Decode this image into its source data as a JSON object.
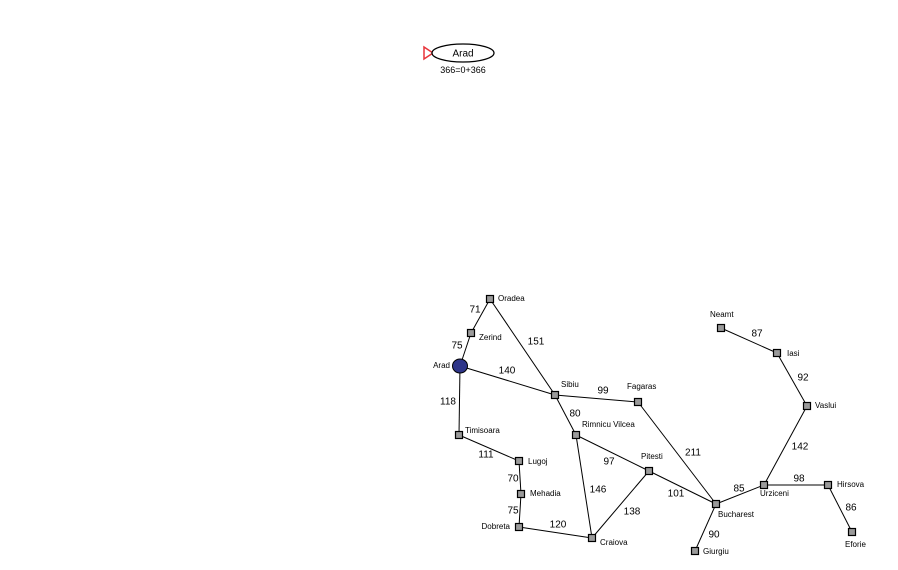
{
  "search_tree": {
    "root": {
      "label": "Arad",
      "score": "366=0+366"
    },
    "marker_color": "#e8343a"
  },
  "graph": {
    "current_city": "Arad",
    "current_color": "#2e3589",
    "cities": [
      {
        "id": "Oradea",
        "label": "Oradea"
      },
      {
        "id": "Zerind",
        "label": "Zerind"
      },
      {
        "id": "Arad",
        "label": "Arad"
      },
      {
        "id": "Timisoara",
        "label": "Timisoara"
      },
      {
        "id": "Lugoj",
        "label": "Lugoj"
      },
      {
        "id": "Mehadia",
        "label": "Mehadia"
      },
      {
        "id": "Dobreta",
        "label": "Dobreta"
      },
      {
        "id": "Craiova",
        "label": "Craiova"
      },
      {
        "id": "Sibiu",
        "label": "Sibiu"
      },
      {
        "id": "Rimnicu",
        "label": "Rimnicu Vilcea"
      },
      {
        "id": "Fagaras",
        "label": "Fagaras"
      },
      {
        "id": "Pitesti",
        "label": "Pitesti"
      },
      {
        "id": "Bucharest",
        "label": "Bucharest"
      },
      {
        "id": "Giurgiu",
        "label": "Giurgiu"
      },
      {
        "id": "Urziceni",
        "label": "Urziceni"
      },
      {
        "id": "Hirsova",
        "label": "Hirsova"
      },
      {
        "id": "Eforie",
        "label": "Eforie"
      },
      {
        "id": "Vaslui",
        "label": "Vaslui"
      },
      {
        "id": "Iasi",
        "label": "Iasi"
      },
      {
        "id": "Neamt",
        "label": "Neamt"
      }
    ],
    "roads": [
      {
        "from": "Oradea",
        "to": "Zerind",
        "distance": "71"
      },
      {
        "from": "Zerind",
        "to": "Arad",
        "distance": "75"
      },
      {
        "from": "Oradea",
        "to": "Sibiu",
        "distance": "151"
      },
      {
        "from": "Arad",
        "to": "Sibiu",
        "distance": "140"
      },
      {
        "from": "Arad",
        "to": "Timisoara",
        "distance": "118"
      },
      {
        "from": "Timisoara",
        "to": "Lugoj",
        "distance": "111"
      },
      {
        "from": "Lugoj",
        "to": "Mehadia",
        "distance": "70"
      },
      {
        "from": "Mehadia",
        "to": "Dobreta",
        "distance": "75"
      },
      {
        "from": "Dobreta",
        "to": "Craiova",
        "distance": "120"
      },
      {
        "from": "Sibiu",
        "to": "Fagaras",
        "distance": "99"
      },
      {
        "from": "Sibiu",
        "to": "Rimnicu",
        "distance": "80"
      },
      {
        "from": "Rimnicu",
        "to": "Pitesti",
        "distance": "97"
      },
      {
        "from": "Rimnicu",
        "to": "Craiova",
        "distance": "146"
      },
      {
        "from": "Craiova",
        "to": "Pitesti",
        "distance": "138"
      },
      {
        "from": "Fagaras",
        "to": "Bucharest",
        "distance": "211"
      },
      {
        "from": "Pitesti",
        "to": "Bucharest",
        "distance": "101"
      },
      {
        "from": "Bucharest",
        "to": "Giurgiu",
        "distance": "90"
      },
      {
        "from": "Bucharest",
        "to": "Urziceni",
        "distance": "85"
      },
      {
        "from": "Urziceni",
        "to": "Hirsova",
        "distance": "98"
      },
      {
        "from": "Hirsova",
        "to": "Eforie",
        "distance": "86"
      },
      {
        "from": "Urziceni",
        "to": "Vaslui",
        "distance": "142"
      },
      {
        "from": "Vaslui",
        "to": "Iasi",
        "distance": "92"
      },
      {
        "from": "Iasi",
        "to": "Neamt",
        "distance": "87"
      }
    ]
  }
}
